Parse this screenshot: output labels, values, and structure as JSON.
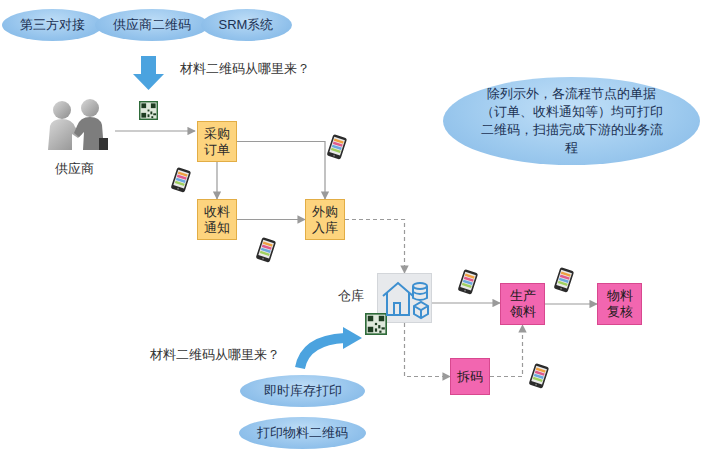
{
  "diagram": {
    "nodes": [
      {
        "text": [
          "第三方对接"
        ]
      },
      {
        "text": [
          "供应商二维码"
        ]
      },
      {
        "text": [
          "SRM系统"
        ]
      },
      {
        "text": [
          "采购 订单"
        ]
      },
      {
        "text": [
          "除列示外，各流程节点的单据（订单、收料通知等）均可打印二维码，扫描完成下游的业务流程"
        ]
      },
      {
        "text": [
          "收料 通知"
        ]
      },
      {
        "text": [
          "外购 入库"
        ]
      },
      {
        "text": [
          "仓库"
        ]
      },
      {
        "text": [
          "生产 领料"
        ]
      },
      {
        "text": [
          "物料 复核"
        ]
      },
      {
        "text": [
          "拆码"
        ]
      },
      {
        "text": [
          "即时库存打印"
        ]
      },
      {
        "text": [
          "打印物料二维码"
        ]
      }
    ],
    "edges": [
      {
        "from": 3,
        "to": 5,
        "arrow": "to"
      },
      {
        "from": 5,
        "to": 6,
        "arrow": "to"
      },
      {
        "from": 3,
        "to": 6,
        "arrow": "to"
      },
      {
        "from": 6,
        "to": 7,
        "arrow": "to"
      },
      {
        "from": 7,
        "to": 8,
        "arrow": "to"
      },
      {
        "from": 8,
        "to": 9,
        "arrow": "to"
      },
      {
        "from": 7,
        "to": 10,
        "arrow": "to"
      },
      {
        "from": 10,
        "to": 8,
        "arrow": "to"
      }
    ],
    "labels": [
      "材料二维码从哪里来？",
      "供应商",
      "材料二维码从哪里来？"
    ]
  }
}
